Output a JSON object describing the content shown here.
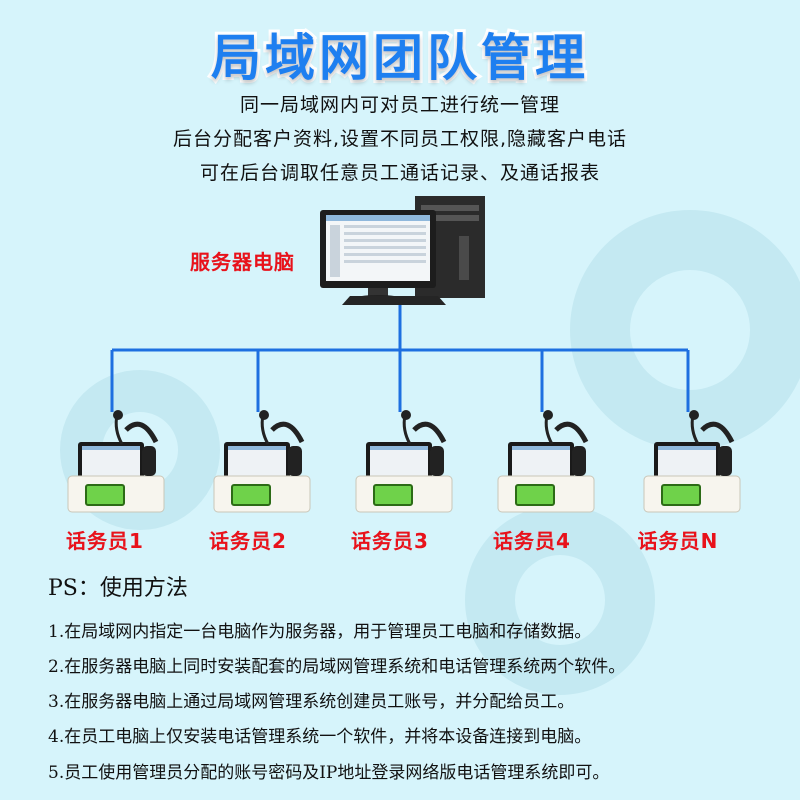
{
  "title": "局域网团队管理",
  "subtitles": [
    "同一局域网内可对员工进行统一管理",
    "后台分配客户资料,设置不同员工权限,隐藏客户电话",
    "可在后台调取任意员工通话记录、及通话报表"
  ],
  "server_label": "服务器电脑",
  "operators": [
    "话务员1",
    "话务员2",
    "话务员3",
    "话务员4",
    "话务员N"
  ],
  "ps_title": "PS：使用方法",
  "steps": [
    "1.在局域网内指定一台电脑作为服务器，用于管理员工电脑和存储数据。",
    "2.在服务器电脑上同时安装配套的局域网管理系统和电话管理系统两个软件。",
    "3.在服务器电脑上通过局域网管理系统创建员工账号，并分配给员工。",
    "4.在员工电脑上仅安装电话管理系统一个软件，并将本设备连接到电脑。",
    "5.员工使用管理员分配的账号密码及IP地址登录网络版电话管理系统即可。"
  ],
  "colors": {
    "title": "#1e7ff0",
    "line": "#1e6fe0",
    "label_red": "#e8121b",
    "background": "#d6f4fb"
  }
}
